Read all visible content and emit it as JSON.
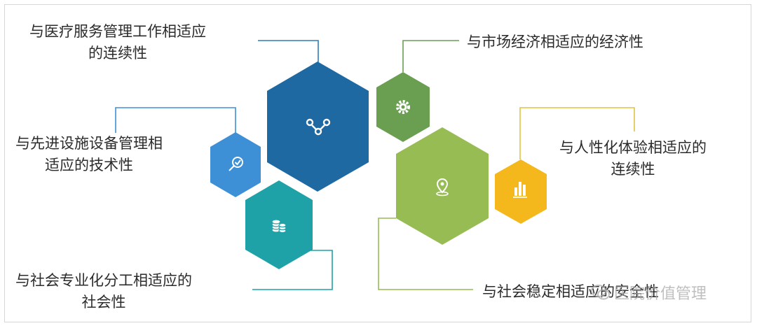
{
  "labels": {
    "medical": [
      "与医疗服务管理工作相适应",
      "的连续性"
    ],
    "market": [
      "与市场经济相适应的经济性"
    ],
    "tech": [
      "与先进设施设备管理相",
      "适应的技术性"
    ],
    "human": [
      "与人性化体验相适应的",
      "连续性"
    ],
    "social": [
      "与社会专业化分工相适应的",
      "社会性"
    ],
    "stability": [
      "与社会稳定相适应的安全性"
    ]
  },
  "watermark": "医院价值管理",
  "colors": {
    "dark_blue": "#1f69a3",
    "green": "#6a9f52",
    "light_blue": "#3d8fd6",
    "teal": "#1ea2a8",
    "olive": "#98bc54",
    "yellow": "#f4b81c",
    "line": "#2e7cb8"
  },
  "icons": {
    "dark_blue": "share-icon",
    "green": "gear-icon",
    "light_blue": "magnifier-check-icon",
    "teal": "coins-icon",
    "olive": "location-pin-icon",
    "yellow": "bar-chart-icon"
  }
}
